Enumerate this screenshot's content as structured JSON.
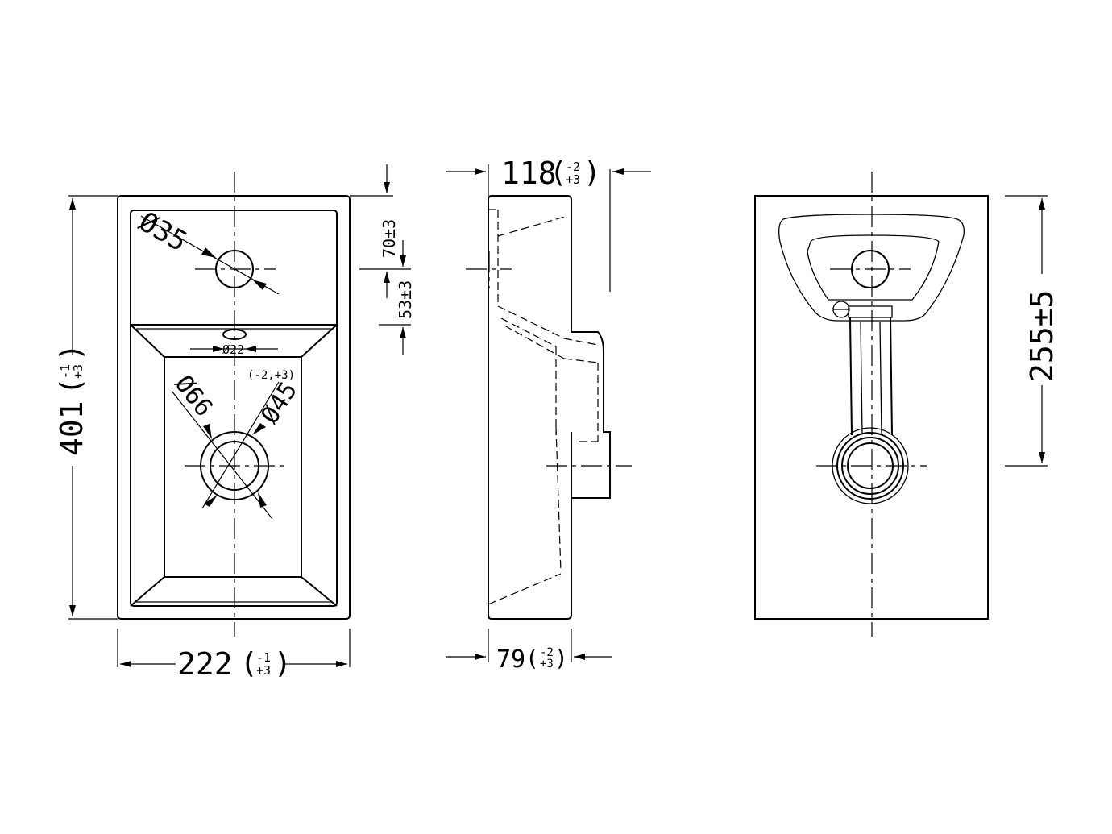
{
  "views": {
    "front": {
      "overall_height": "401",
      "overall_height_tol_upper": "-1",
      "overall_height_tol_lower": "+3",
      "overall_width": "222",
      "overall_width_tol_upper": "-1",
      "overall_width_tol_lower": "+3",
      "tap_hole_diameter": "Ø35",
      "overflow_diameter": "Ø22",
      "waste_outer_diameter": "Ø66",
      "waste_inner_diameter": "Ø45",
      "waste_tolerance": "(-2,+3)",
      "tap_hole_offset_top": "70±3",
      "tap_hole_to_bowl": "53±3"
    },
    "side": {
      "depth": "118",
      "depth_tol_upper": "-2",
      "depth_tol_lower": "+3",
      "lip_depth": "79",
      "lip_depth_tol_upper": "-2",
      "lip_depth_tol_lower": "+3"
    },
    "rear": {
      "tap_to_waste_distance": "255±5"
    }
  }
}
